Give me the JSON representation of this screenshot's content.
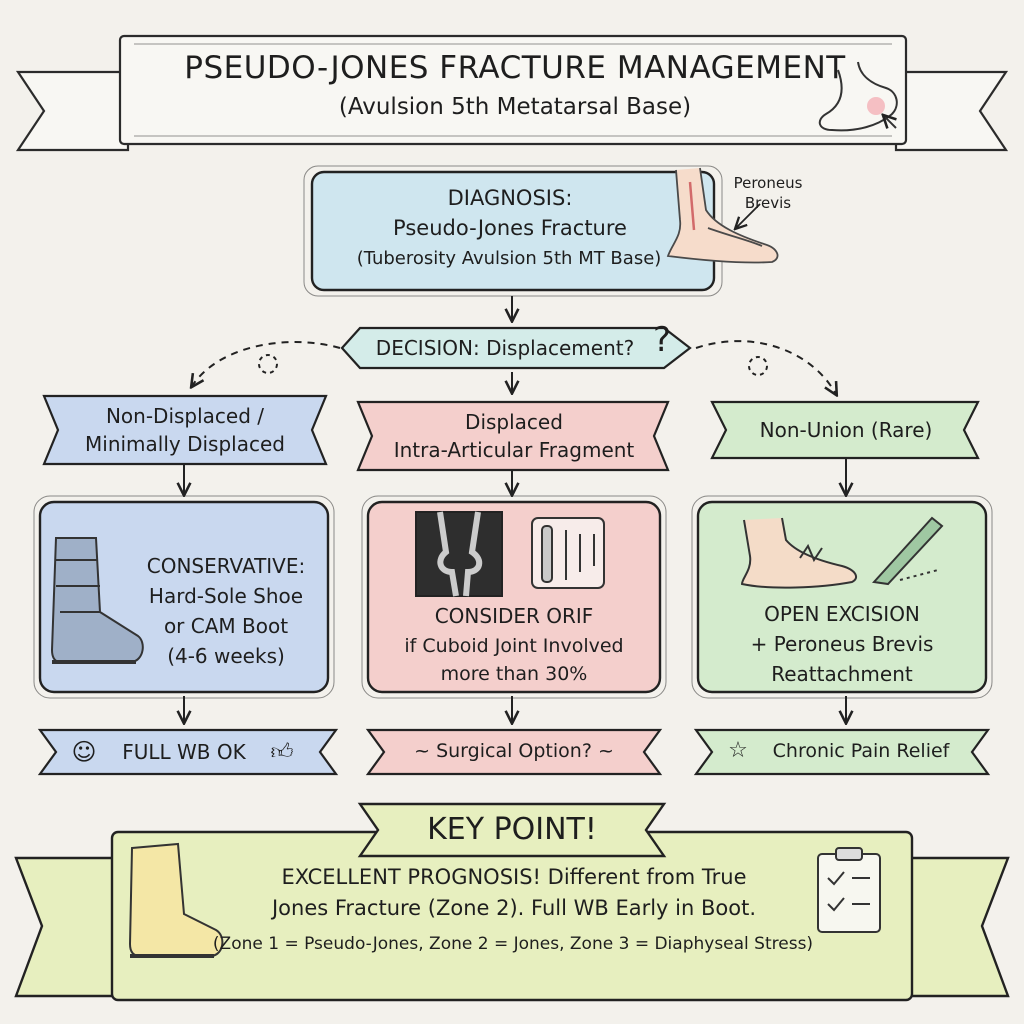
{
  "title": {
    "main": "PSEUDO-JONES FRACTURE MANAGEMENT",
    "sub": "(Avulsion 5th Metatarsal Base)"
  },
  "diagnosis": {
    "label": "DIAGNOSIS:",
    "line1": "Pseudo-Jones Fracture",
    "line2": "(Tuberosity Avulsion 5th MT Base)",
    "anatomy_label_1": "Peroneus",
    "anatomy_label_2": "Brevis"
  },
  "decision": {
    "label": "DECISION: Displacement?",
    "mark": "?"
  },
  "branches": [
    {
      "header_1": "Non-Displaced /",
      "header_2": "Minimally Displaced",
      "title": "CONSERVATIVE:",
      "line1": "Hard-Sole Shoe",
      "line2": "or CAM Boot",
      "line3": "(4-6 weeks)",
      "outcome": "FULL WB OK",
      "color": "#c9d8ef"
    },
    {
      "header_1": "Displaced",
      "header_2": "Intra-Articular Fragment",
      "title": "CONSIDER ORIF",
      "line1": "if Cuboid Joint Involved",
      "line2": "more than 30%",
      "outcome": "~ Surgical Option? ~",
      "color": "#f4cfcc"
    },
    {
      "header_1": "Non-Union (Rare)",
      "title": "OPEN EXCISION",
      "line1": "+ Peroneus Brevis",
      "line2": "Reattachment",
      "outcome": "Chronic Pain Relief",
      "color": "#d4ebcd"
    }
  ],
  "key_point": {
    "label": "KEY POINT!",
    "line1": "EXCELLENT PROGNOSIS! Different from True",
    "line2": "Jones Fracture (Zone 2). Full WB Early in Boot.",
    "line3": "(Zone 1 = Pseudo-Jones, Zone 2 = Jones, Zone 3 = Diaphyseal Stress)",
    "color": "#e7efbf"
  }
}
